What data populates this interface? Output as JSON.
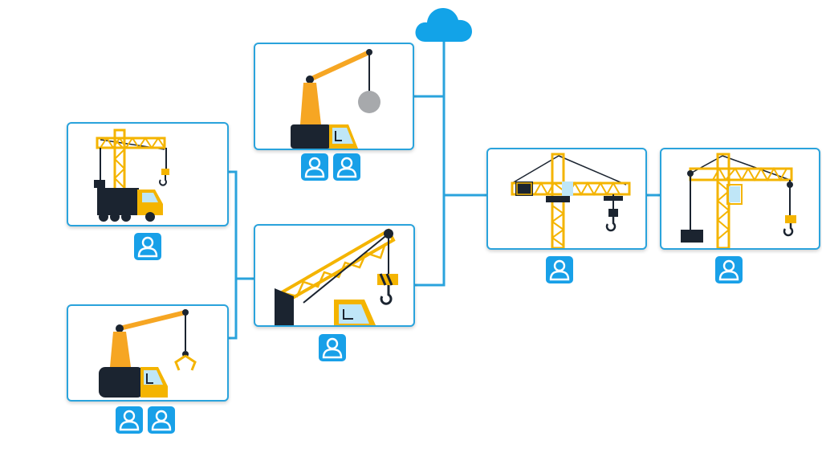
{
  "colors": {
    "connector": "#2aa3dc",
    "card_border": "#2aa3dc",
    "cloud": "#12a3e8",
    "user_badge": "#18a0e8",
    "crane_yellow": "#f4b400",
    "crane_orange": "#f6a623",
    "dark": "#1b2430",
    "glass": "#bfe6f7",
    "ball": "#a7a9ac"
  },
  "diagram": {
    "root": {
      "icon": "cloud-icon"
    },
    "nodes": [
      {
        "id": "wrecking-ball-crane",
        "icon": "wrecking-ball-crane-icon",
        "users": 2
      },
      {
        "id": "truck-tower-crane",
        "icon": "truck-tower-crane-icon",
        "users": 1
      },
      {
        "id": "claw-crane",
        "icon": "claw-crane-icon",
        "users": 2
      },
      {
        "id": "lattice-boom-crane",
        "icon": "lattice-boom-crane-icon",
        "users": 1
      },
      {
        "id": "hammerhead-tower-crane",
        "icon": "hammerhead-tower-crane-icon",
        "users": 1
      },
      {
        "id": "luffing-tower-crane",
        "icon": "luffing-tower-crane-icon",
        "users": 1
      }
    ],
    "badge_icon": "user-icon"
  }
}
